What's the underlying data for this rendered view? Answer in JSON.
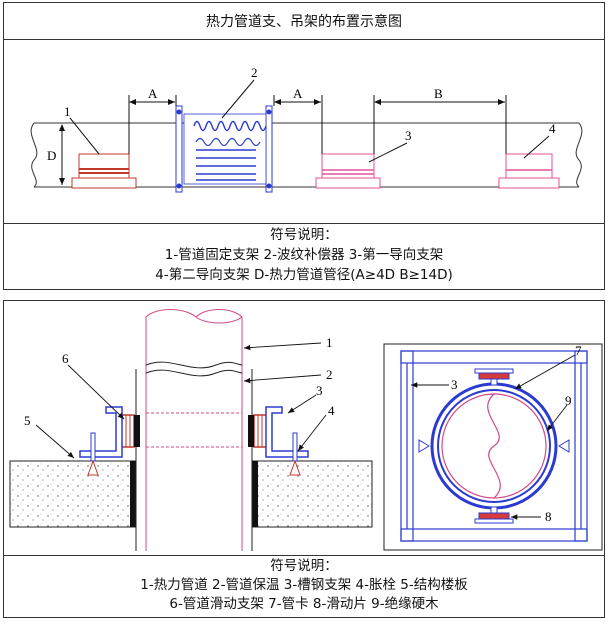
{
  "top": {
    "title": "热力管道支、吊架的布置示意图",
    "dim_a": "A",
    "dim_b": "B",
    "dim_d": "D",
    "labels": [
      "1",
      "2",
      "3",
      "4"
    ],
    "legend_title": "符号说明：",
    "legend_line1": "1-管道固定支架 2-波纹补偿器 3-第一导向支架",
    "legend_line2": "4-第二导向支架 D-热力管道管径(A≥4D B≥14D)"
  },
  "bottom": {
    "left_labels": [
      "1",
      "2",
      "3",
      "4",
      "5",
      "6"
    ],
    "right_labels": [
      "7",
      "9",
      "3",
      "8"
    ],
    "legend_title": "符号说明：",
    "legend_line1": "1-热力管道 2-管道保温 3-槽钢支架 4-胀栓 5-结构楼板",
    "legend_line2": "6-管道滑动支架 7-管卡 8-滑动片 9-绝缘硬木"
  },
  "colors": {
    "pipe": "#d14a8a",
    "compensator": "#2b3bd0",
    "fixed_support": "#c0392b",
    "guide": "#e4509a",
    "steel": "#2b3bd0",
    "wood": "#2b3bd0",
    "clamp": "#2b3bd0",
    "slide_plate": "#d63a3a"
  }
}
